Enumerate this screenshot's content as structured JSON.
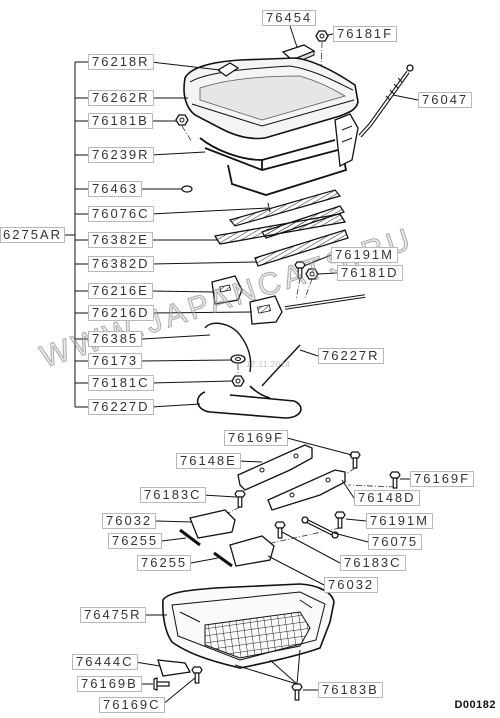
{
  "diagram": {
    "callouts": [
      "76454",
      "76181F",
      "76218R",
      "76262R",
      "76047",
      "76181B",
      "76239R",
      "76463",
      "76076C",
      "76382E",
      "76191M",
      "76382D",
      "76181D",
      "76216E",
      "76216D",
      "76385",
      "76227R",
      "76173",
      "76181C",
      "76227D",
      "76169F",
      "76148E",
      "76169F",
      "76183C",
      "76148D",
      "76032",
      "76191M",
      "76255",
      "76075",
      "76255",
      "76183C",
      "76032",
      "76475R",
      "76444C",
      "76169B",
      "76169C",
      "76183B"
    ],
    "group_label": "6275AR",
    "diagram_code": "D00182",
    "watermark": "WWW.JAPANCATS.RU",
    "date_stamp": "17.11.2014",
    "line_color": "#111111",
    "label_border_color": "#b8b8b8"
  }
}
